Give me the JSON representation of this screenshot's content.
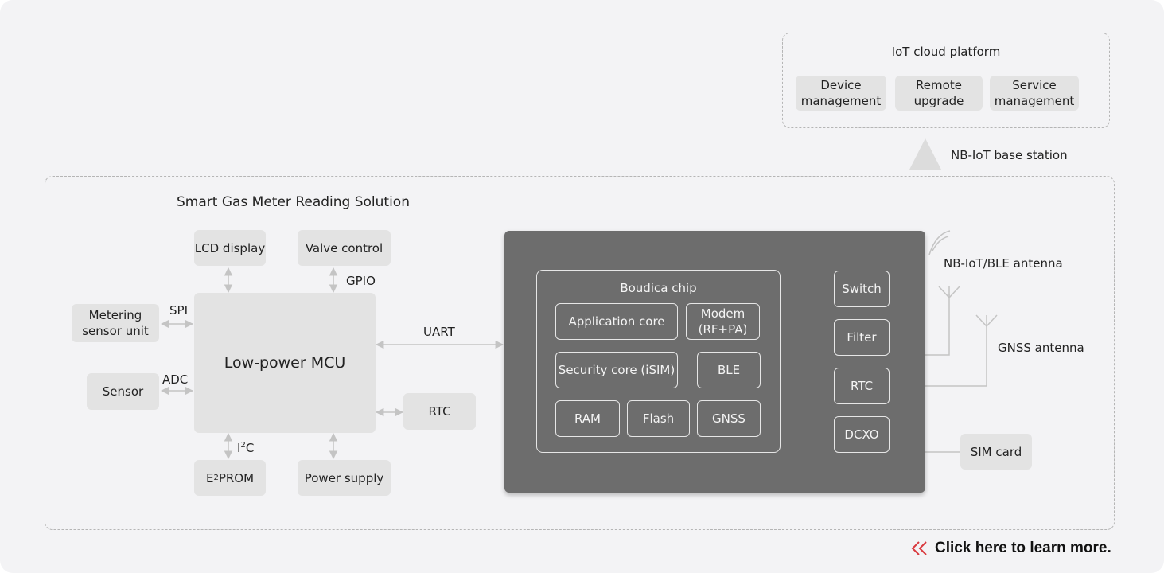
{
  "cloud": {
    "title": "IoT cloud platform",
    "items": [
      "Device management",
      "Remote upgrade",
      "Service management"
    ]
  },
  "base_station": "NB-IoT base station",
  "solution_title": "Smart Gas Meter Reading Solution",
  "mcu": {
    "label": "Low-power MCU",
    "lcd": "LCD display",
    "valve": "Valve control",
    "gpio": "GPIO",
    "metering": "Metering sensor unit",
    "spi": "SPI",
    "sensor": "Sensor",
    "adc": "ADC",
    "rtc": "RTC",
    "i2c_main": "I",
    "i2c_sup": "2",
    "i2c_tail": "C",
    "eprom_main": "E",
    "eprom_sup": "2",
    "eprom_tail": "PROM",
    "power": "Power supply",
    "uart": "UART"
  },
  "chip": {
    "title": "Boudica chip",
    "app_core": "Application core",
    "modem": "Modem (RF+PA)",
    "security": "Security core (iSIM)",
    "ble": "BLE",
    "ram": "RAM",
    "flash": "Flash",
    "gnss": "GNSS",
    "switch": "Switch",
    "filter": "Filter",
    "rtc": "RTC",
    "dcxo": "DCXO"
  },
  "antennas": {
    "nb": "NB-IoT/BLE antenna",
    "gnss": "GNSS antenna"
  },
  "sim": "SIM card",
  "cta": "Click here to learn more.",
  "colors": {
    "accent": "#d9393e",
    "panel": "#6d6d6d",
    "box": "#e3e3e3"
  }
}
